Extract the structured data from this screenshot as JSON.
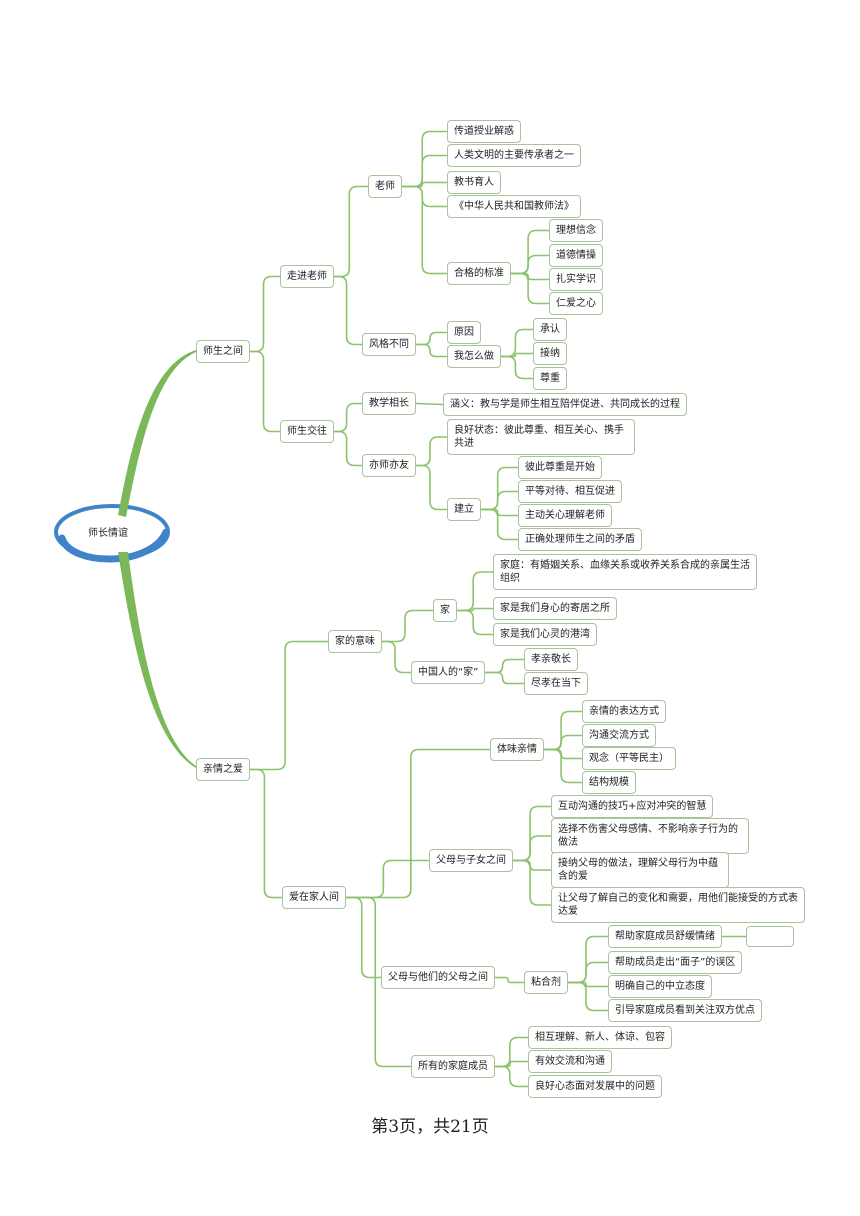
{
  "root": "师长情谊",
  "footer": "第3页，共21页",
  "branches": [
    {
      "label": "师生之间",
      "children": [
        {
          "label": "走进老师",
          "children": [
            {
              "label": "老师",
              "children": [
                {
                  "label": "传道授业解惑"
                },
                {
                  "label": "人类文明的主要传承者之一"
                },
                {
                  "label": "教书育人"
                },
                {
                  "label": "《中华人民共和国教师法》"
                },
                {
                  "label": "合格的标准",
                  "children": [
                    {
                      "label": "理想信念"
                    },
                    {
                      "label": "道德情操"
                    },
                    {
                      "label": "扎实学识"
                    },
                    {
                      "label": "仁爱之心"
                    }
                  ]
                }
              ]
            },
            {
              "label": "风格不同",
              "children": [
                {
                  "label": "原因"
                },
                {
                  "label": "我怎么做",
                  "children": [
                    {
                      "label": "承认"
                    },
                    {
                      "label": "接纳"
                    },
                    {
                      "label": "尊重"
                    }
                  ]
                }
              ]
            }
          ]
        },
        {
          "label": "师生交往",
          "children": [
            {
              "label": "教学相长",
              "children": [
                {
                  "label": "涵义：教与学是师生相互陪伴促进、共同成长的过程"
                }
              ]
            },
            {
              "label": "亦师亦友",
              "children": [
                {
                  "label": "良好状态：彼此尊重、相互关心、携手共进"
                },
                {
                  "label": "建立",
                  "children": [
                    {
                      "label": "彼此尊重是开始"
                    },
                    {
                      "label": "平等对待、相互促进"
                    },
                    {
                      "label": "主动关心理解老师"
                    },
                    {
                      "label": "正确处理师生之间的矛盾"
                    }
                  ]
                }
              ]
            }
          ]
        }
      ]
    },
    {
      "label": "亲情之爱",
      "children": [
        {
          "label": "家的意味",
          "children": [
            {
              "label": "家",
              "children": [
                {
                  "label": "家庭：有婚姻关系、血缘关系或收养关系合成的亲属生活组织"
                },
                {
                  "label": "家是我们身心的寄居之所"
                },
                {
                  "label": "家是我们心灵的港湾"
                }
              ]
            },
            {
              "label": "中国人的“家”",
              "children": [
                {
                  "label": "孝亲敬长"
                },
                {
                  "label": "尽孝在当下"
                }
              ]
            }
          ]
        },
        {
          "label": "爱在家人间",
          "children": [
            {
              "label": "体味亲情",
              "children": [
                {
                  "label": "亲情的表达方式"
                },
                {
                  "label": "沟通交流方式"
                },
                {
                  "label": "观念（平等民主）"
                },
                {
                  "label": "结构规模"
                }
              ]
            },
            {
              "label": "父母与子女之间",
              "children": [
                {
                  "label": "互动沟通的技巧+应对冲突的智慧"
                },
                {
                  "label": "选择不伤害父母感情、不影响亲子行为的做法"
                },
                {
                  "label": "接纳父母的做法，理解父母行为中蕴含的爱"
                },
                {
                  "label": "让父母了解自己的变化和需要，用他们能接受的方式表达爱"
                }
              ]
            },
            {
              "label": "父母与他们的父母之间",
              "children": [
                {
                  "label": "粘合剂",
                  "children": [
                    {
                      "label": "帮助家庭成员舒缓情绪",
                      "children": [
                        {
                          "label": ""
                        }
                      ]
                    },
                    {
                      "label": "帮助成员走出“面子”的误区"
                    },
                    {
                      "label": "明确自己的中立态度"
                    },
                    {
                      "label": "引导家庭成员看到关注双方优点"
                    }
                  ]
                }
              ]
            },
            {
              "label": "所有的家庭成员",
              "children": [
                {
                  "label": "相互理解、新人、体谅、包容"
                },
                {
                  "label": "有效交流和沟通"
                },
                {
                  "label": "良好心态面对发展中的问题"
                }
              ]
            }
          ]
        }
      ]
    }
  ]
}
